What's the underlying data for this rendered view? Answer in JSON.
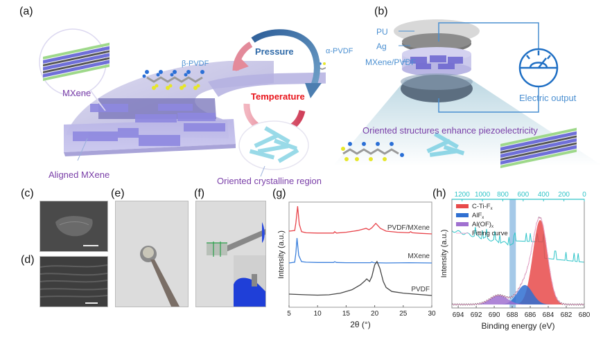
{
  "panels": {
    "a": {
      "label": "(a)",
      "mxene_label": "MXene",
      "aligned_label": "Aligned MXene",
      "beta_label": "β-PVDF",
      "alpha_label": "α-PVDF",
      "pressure_label": "Pressure",
      "temperature_label": "Temperature",
      "oriented_label": "Oriented crystalline region"
    },
    "b": {
      "label": "(b)",
      "layers": [
        "PU",
        "Ag",
        "MXene/PVDF"
      ],
      "output_label": "Electric output",
      "caption": "Oriented structures enhance piezoelectricity"
    },
    "c": {
      "label": "(c)"
    },
    "d": {
      "label": "(d)"
    },
    "e": {
      "label": "(e)"
    },
    "f": {
      "label": "(f)"
    },
    "g": {
      "label": "(g)"
    },
    "h": {
      "label": "(h)"
    }
  },
  "colors": {
    "purple_text": "#7a3fa8",
    "blue_text": "#4a8fd1",
    "pressure": "#2f6aa8",
    "temperature": "#e8141b",
    "xrd_pvdf_mxene": "#e8434a",
    "xrd_mxene": "#3a7fdc",
    "xrd_pvdf": "#444444",
    "ctif": "#e84a4a",
    "alf": "#2f6fd1",
    "aloff": "#a070d0",
    "fit": "#f0a8d0",
    "survey": "#2ec4c8"
  },
  "chart_data": [
    {
      "type": "line",
      "panel": "g",
      "xlabel": "2θ (°)",
      "ylabel": "Intensity (a.u.)",
      "xlim": [
        5,
        30
      ],
      "xticks": [
        5,
        10,
        15,
        20,
        25,
        30
      ],
      "series": [
        {
          "name": "PVDF/MXene",
          "x": [
            5,
            6,
            6.2,
            6.5,
            6.8,
            7.2,
            8,
            10,
            12.8,
            13,
            13.3,
            15,
            17,
            18.5,
            19,
            19.5,
            20.2,
            21,
            22,
            24,
            26,
            26.3,
            26.6,
            28,
            30
          ],
          "y": [
            0.1,
            0.12,
            0.4,
            1.0,
            0.35,
            0.08,
            0.04,
            0.03,
            0.03,
            0.08,
            0.03,
            0.06,
            0.12,
            0.2,
            0.15,
            0.22,
            0.38,
            0.2,
            0.1,
            0.06,
            0.04,
            0.08,
            0.04,
            0.02,
            0.0
          ]
        },
        {
          "name": "MXene",
          "x": [
            5,
            6,
            6.2,
            6.4,
            6.7,
            7.2,
            8,
            10,
            12.8,
            13,
            13.3,
            15,
            19.3,
            19.5,
            19.8,
            22,
            26,
            30
          ],
          "y": [
            0.0,
            0.03,
            0.4,
            1.0,
            0.3,
            0.05,
            0.03,
            0.02,
            0.02,
            0.05,
            0.02,
            0.01,
            0.01,
            0.04,
            0.01,
            0.0,
            0.01,
            0.0
          ]
        },
        {
          "name": "PVDF",
          "x": [
            5,
            8,
            10,
            12,
            14,
            16,
            17.5,
            18.3,
            18.6,
            19.1,
            19.5,
            20,
            20.4,
            20.9,
            21.5,
            22,
            23,
            25,
            27,
            30
          ],
          "y": [
            0.02,
            0.0,
            -0.01,
            0.0,
            0.05,
            0.15,
            0.3,
            0.42,
            0.48,
            0.4,
            0.55,
            0.9,
            1.0,
            0.8,
            0.4,
            0.22,
            0.1,
            0.05,
            0.02,
            -0.02
          ]
        }
      ]
    },
    {
      "type": "area",
      "panel": "h",
      "xlabel": "Binding energy (eV)",
      "ylabel": "Intensity (a.u.)",
      "xlim": [
        694.7,
        680
      ],
      "xticks": [
        694,
        692,
        690,
        688,
        686,
        684,
        682,
        680
      ],
      "top_xlim": [
        1300,
        0
      ],
      "top_xticks": [
        1200,
        1000,
        800,
        600,
        400,
        200,
        0
      ],
      "highlight_band": [
        688.3,
        687.6
      ],
      "legend": [
        "C-Ti-Fx",
        "AlFx",
        "Al(OF)x",
        "Fitting curve"
      ],
      "peaks": [
        {
          "name": "C-Ti-Fx",
          "center": 684.9,
          "fwhm": 1.9,
          "height": 1.0
        },
        {
          "name": "AlFx",
          "center": 686.6,
          "fwhm": 2.0,
          "height": 0.23
        },
        {
          "name": "Al(OF)x",
          "center": 689.5,
          "fwhm": 2.3,
          "height": 0.11
        }
      ],
      "survey_peaks_binding_energy": [
        1070,
        1000,
        960,
        880,
        830,
        740,
        685,
        570,
        530,
        460,
        400,
        285,
        180,
        100,
        60
      ],
      "tick_notation": {
        "ctif": "C-Ti-F",
        "alf": "AlF",
        "aloff": "Al(OF)",
        "sub": "x"
      }
    }
  ]
}
